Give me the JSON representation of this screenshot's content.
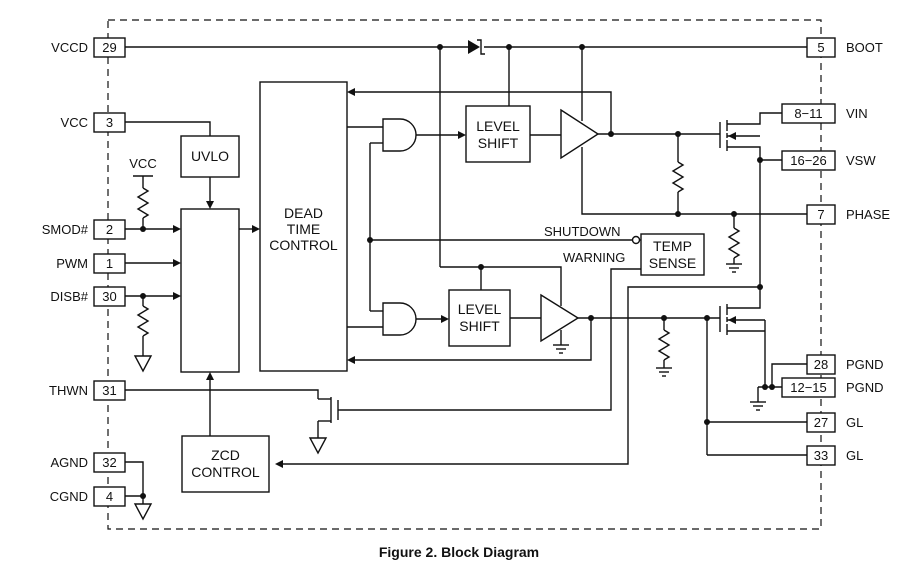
{
  "caption": "Figure 2. Block Diagram",
  "left_pins": [
    {
      "name": "VCCD",
      "number": "29"
    },
    {
      "name": "VCC",
      "number": "3"
    },
    {
      "name": "SMOD#",
      "number": "2"
    },
    {
      "name": "PWM",
      "number": "1"
    },
    {
      "name": "DISB#",
      "number": "30"
    },
    {
      "name": "THWN",
      "number": "31"
    },
    {
      "name": "AGND",
      "number": "32"
    },
    {
      "name": "CGND",
      "number": "4"
    }
  ],
  "right_pins": [
    {
      "name": "BOOT",
      "number": "5"
    },
    {
      "name": "VIN",
      "number": "8−11"
    },
    {
      "name": "VSW",
      "number": "16−26"
    },
    {
      "name": "PHASE",
      "number": "7"
    },
    {
      "name": "PGND",
      "number": "28"
    },
    {
      "name": "PGND",
      "number": "12−15"
    },
    {
      "name": "GL",
      "number": "27"
    },
    {
      "name": "GL",
      "number": "33"
    }
  ],
  "blocks": {
    "uvlo": "UVLO",
    "dead_time": [
      "DEAD",
      "TIME",
      "CONTROL"
    ],
    "level_shift_high": [
      "LEVEL",
      "SHIFT"
    ],
    "level_shift_low": [
      "LEVEL",
      "SHIFT"
    ],
    "temp_sense": [
      "TEMP",
      "SENSE"
    ],
    "zcd": [
      "ZCD",
      "CONTROL"
    ]
  },
  "signals": {
    "vcc_pullup": "VCC",
    "shutdown": "SHUTDOWN",
    "warning": "WARNING"
  }
}
